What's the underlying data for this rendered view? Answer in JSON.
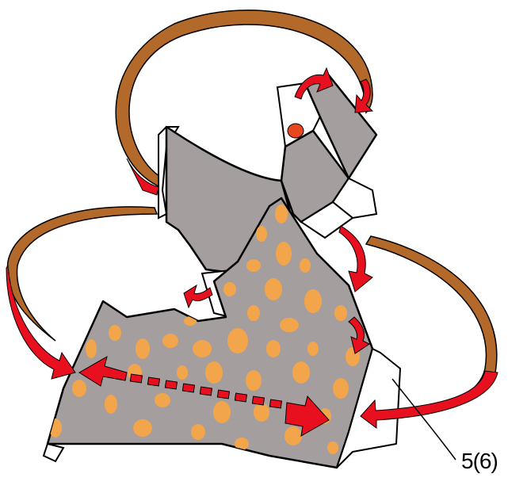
{
  "callout": {
    "label": "5(6)"
  },
  "colors": {
    "paper_gray": "#a59e9e",
    "paper_white": "#ffffff",
    "spots": "#f2a54a",
    "arrow_red": "#e8101f",
    "ribbon_brown": "#b3692a",
    "outline": "#000000"
  },
  "icons": [
    "curved-fold-arrow",
    "double-headed-dashed-arrow",
    "eye-dot",
    "leader-line"
  ]
}
